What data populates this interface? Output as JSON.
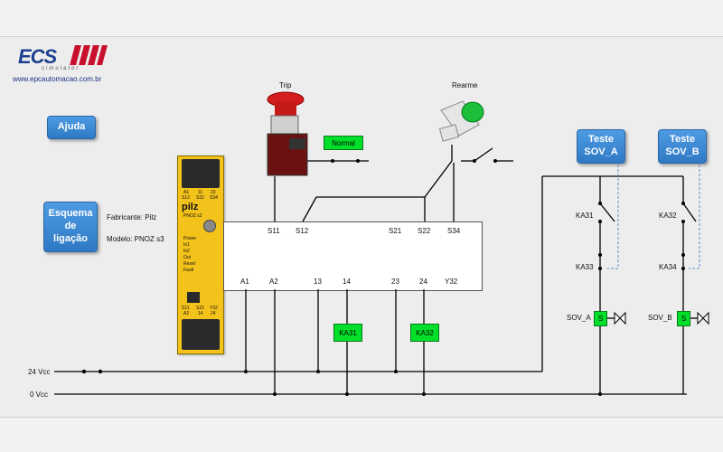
{
  "logo": {
    "brand": "ECS",
    "tagline": "simulator",
    "url": "www.epcautomacao.com.br"
  },
  "buttons": {
    "help": "Ajuda",
    "schematic": "Esquema de ligação",
    "test_a": "Teste SOV_A",
    "test_b": "Teste SOV_B"
  },
  "device": {
    "manufacturer": "Fabricante: Pilz",
    "model": "Modelo: PNOZ s3"
  },
  "pushbuttons": {
    "trip": "Trip",
    "reset": "Rearme",
    "normal_status": "Normal"
  },
  "relay": {
    "top_terminals": [
      "S11",
      "S12",
      "S21",
      "S22",
      "S34"
    ],
    "bottom_terminals": [
      "A1",
      "A2",
      "13",
      "14",
      "23",
      "24",
      "Y32"
    ]
  },
  "coils": {
    "ka31": "KA31",
    "ka32": "KA32"
  },
  "contacts": {
    "a_upper": "KA31",
    "a_lower": "KA33",
    "b_upper": "KA32",
    "b_lower": "KA34"
  },
  "valves": {
    "a": "SOV_A",
    "b": "SOV_B",
    "solenoid": "S"
  },
  "supply": {
    "plus": "24 Vcc",
    "zero": "0 Vcc"
  },
  "pnoz_face": {
    "brand": "pilz",
    "model": "PNOZ s3",
    "leds": [
      "Power",
      "In1",
      "In2",
      "Out",
      "Reset",
      "Fault"
    ],
    "top_row1": [
      "A1",
      "11",
      "23"
    ],
    "top_row2": [
      "S12",
      "S22",
      "S34"
    ],
    "bot_row1": [
      "S11",
      "S21",
      "Y32"
    ],
    "bot_row2": [
      "A2",
      "14",
      "24"
    ]
  },
  "colors": {
    "button": "#2f79c4",
    "indicator_green": "#00e02a",
    "module_yellow": "#f3c21b",
    "wire": "#000000",
    "dashed_link": "#5b8fc9"
  }
}
